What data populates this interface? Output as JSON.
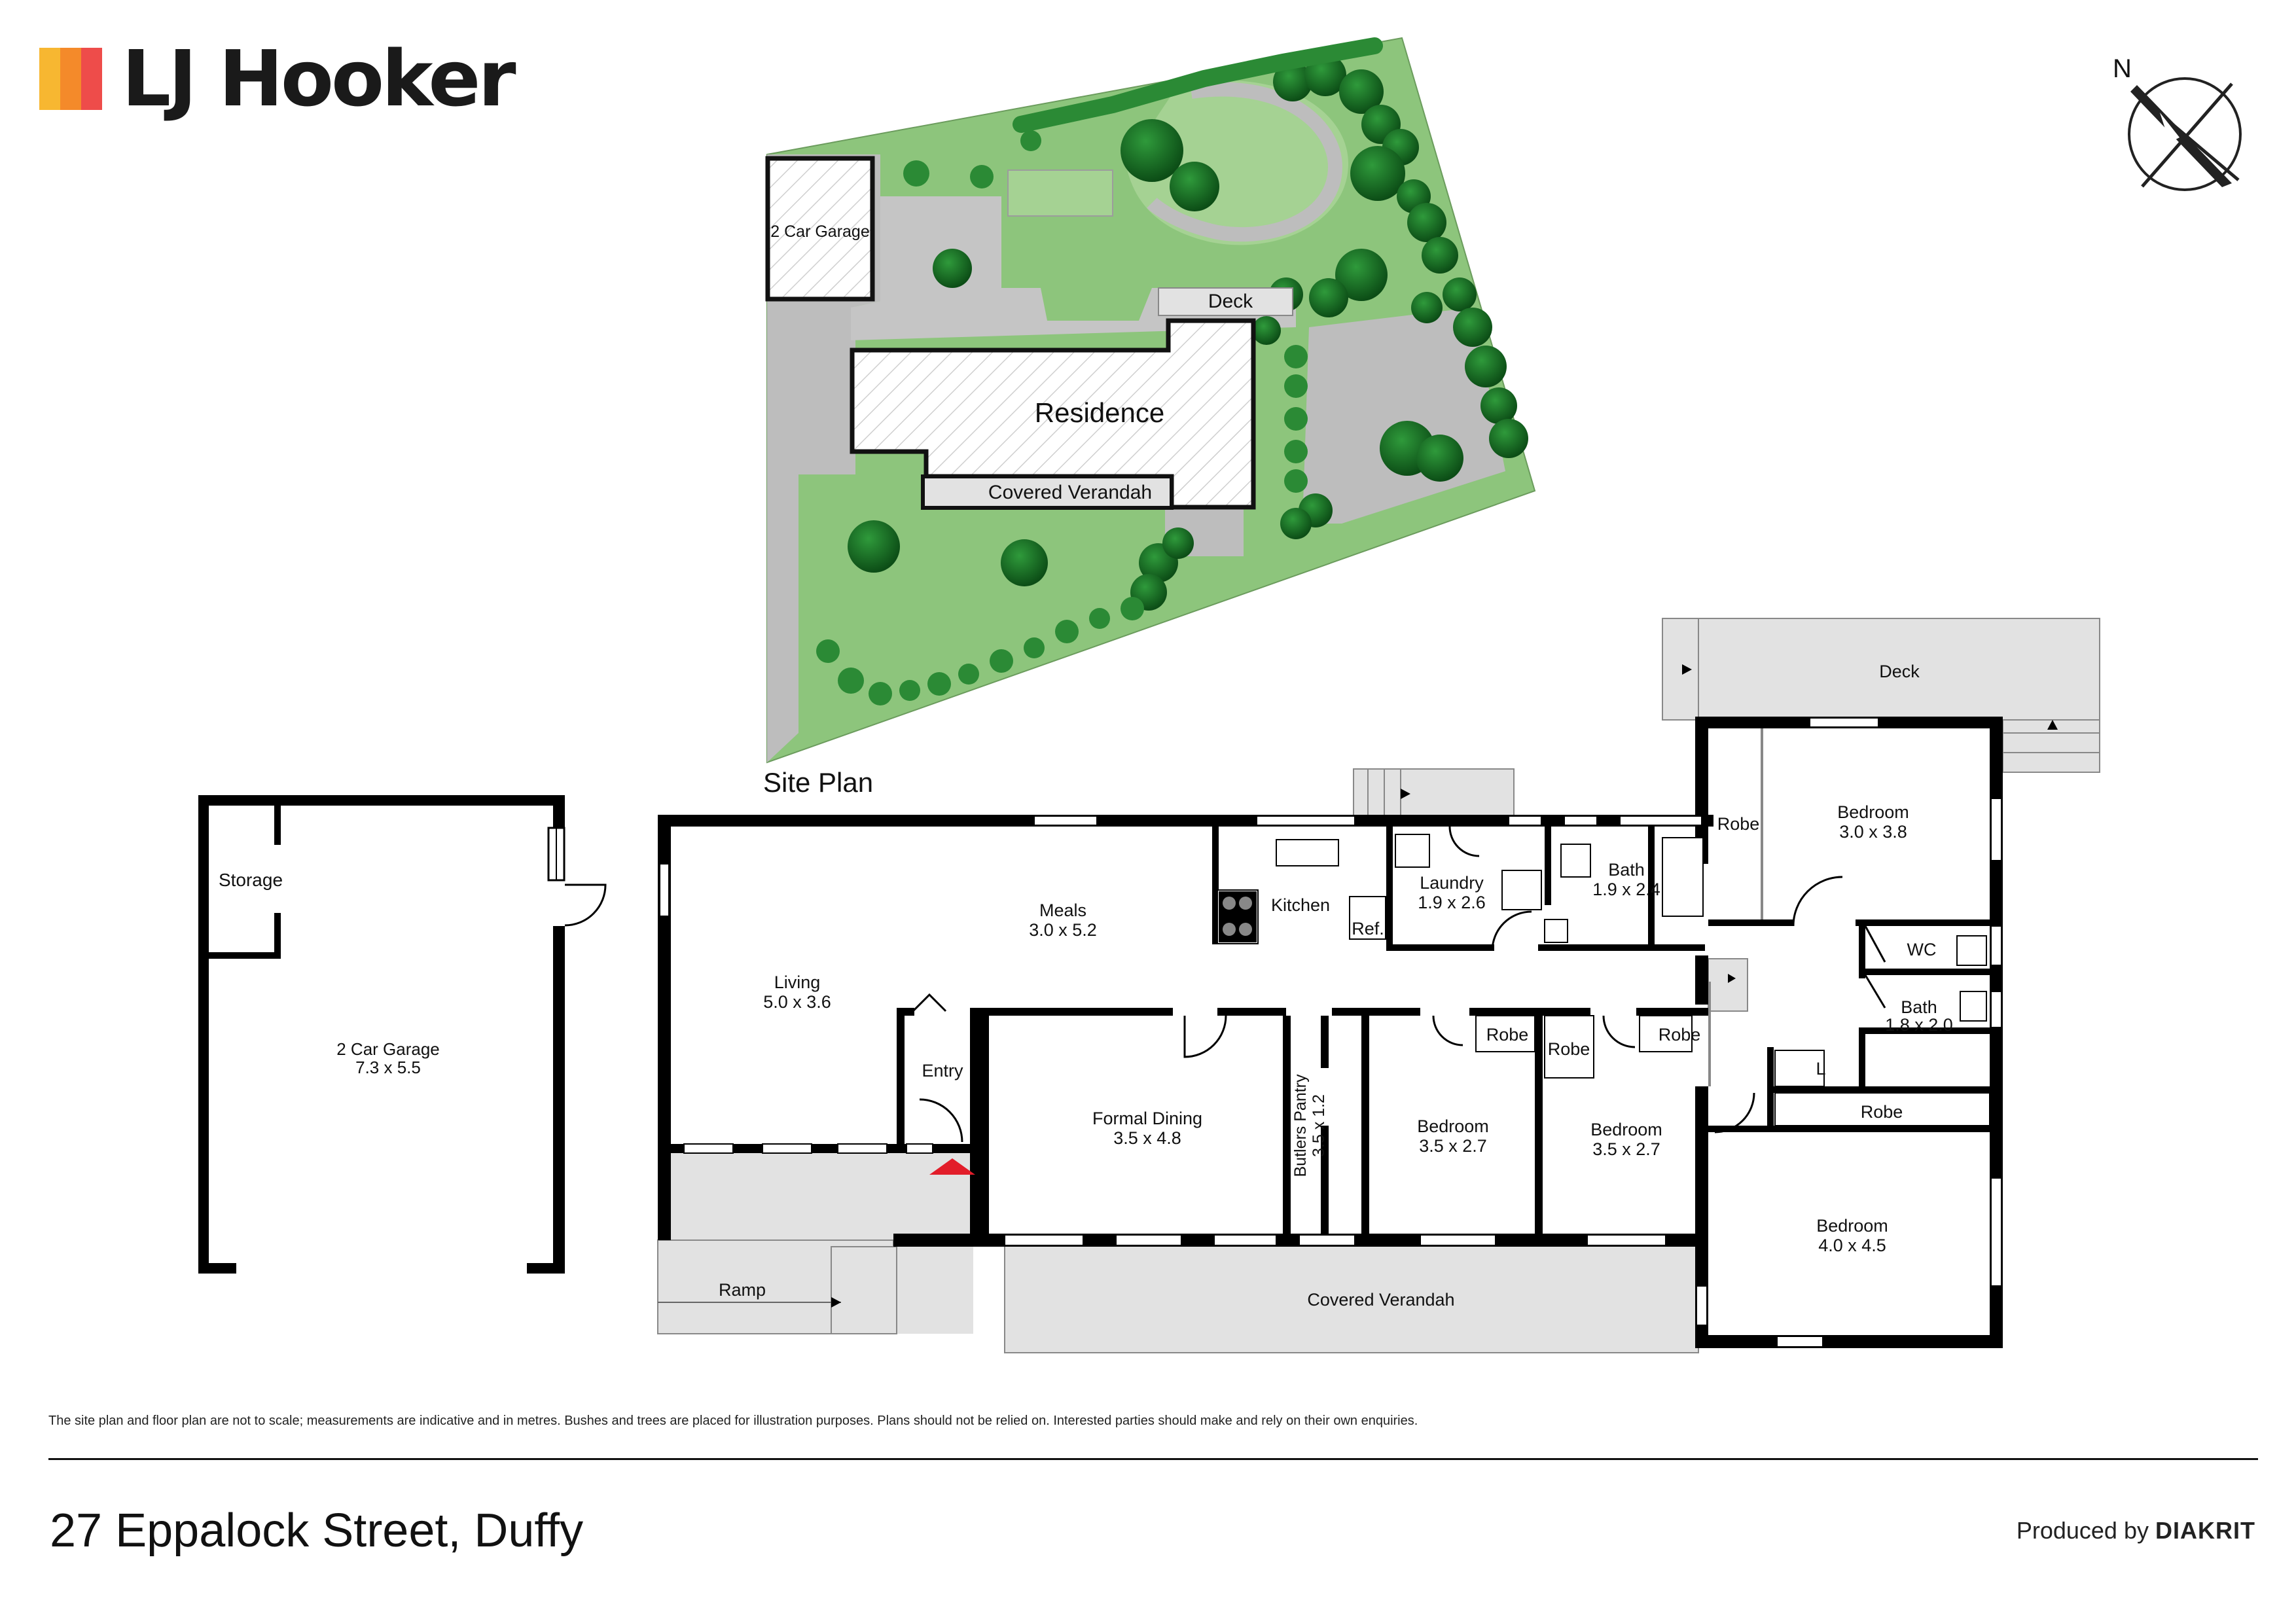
{
  "brand": {
    "name": "LJ Hooker",
    "colors": [
      "#f7b731",
      "#f48a2a",
      "#ee4c4a"
    ],
    "text_color": "#1a1a1a"
  },
  "compass": {
    "label": "N"
  },
  "site_plan": {
    "title": "Site Plan",
    "labels": {
      "garage": "2 Car Garage",
      "deck": "Deck",
      "residence": "Residence",
      "verandah": "Covered Verandah"
    }
  },
  "rooms": {
    "storage": "Storage",
    "garage_name": "2 Car Garage",
    "garage_size": "7.3 x 5.5",
    "living_name": "Living",
    "living_size": "5.0 x 3.6",
    "meals_name": "Meals",
    "meals_size": "3.0 x 5.2",
    "kitchen": "Kitchen",
    "ref": "Ref.",
    "laundry_name": "Laundry",
    "laundry_size": "1.9 x 2.6",
    "bath1_name": "Bath",
    "bath1_size": "1.9 x 2.4",
    "robe_top": "Robe",
    "bed1_name": "Bedroom",
    "bed1_size": "3.0 x 3.8",
    "deck": "Deck",
    "wc": "WC",
    "bath2_name": "Bath",
    "bath2_size": "1.8 x 2.0",
    "linen": "L",
    "robe_main": "Robe",
    "bed2_name": "Bedroom",
    "bed2_size": "4.0 x 4.5",
    "entry": "Entry",
    "dining_name": "Formal Dining",
    "dining_size": "3.5 x 4.8",
    "pantry_name": "Butlers Pantry",
    "pantry_size": "3.5 x 1.2",
    "robe_a": "Robe",
    "robe_b": "Robe",
    "robe_c": "Robe",
    "bed3_name": "Bedroom",
    "bed3_size": "3.5 x 2.7",
    "bed4_name": "Bedroom",
    "bed4_size": "3.5 x 2.7",
    "ramp": "Ramp",
    "verandah": "Covered Verandah"
  },
  "footer": {
    "disclaimer": "The site plan and floor plan are not to scale; measurements are indicative and in metres. Bushes and trees are placed for illustration purposes. Plans should not be relied on. Interested parties should make and rely on their own enquiries.",
    "address": "27 Eppalock Street, Duffy",
    "produced_by_prefix": "Produced by",
    "produced_by_brand": "DIAKRIT"
  },
  "colors": {
    "wall": "#000000",
    "deck_fill": "#e2e2e2",
    "lawn": "#8dc57c",
    "lawn_light": "#a5d293",
    "tree": "#1f7a2a",
    "tree_dark": "#0d4f17",
    "paving": "#bdbdbd",
    "entry_marker": "#e21d2a"
  }
}
